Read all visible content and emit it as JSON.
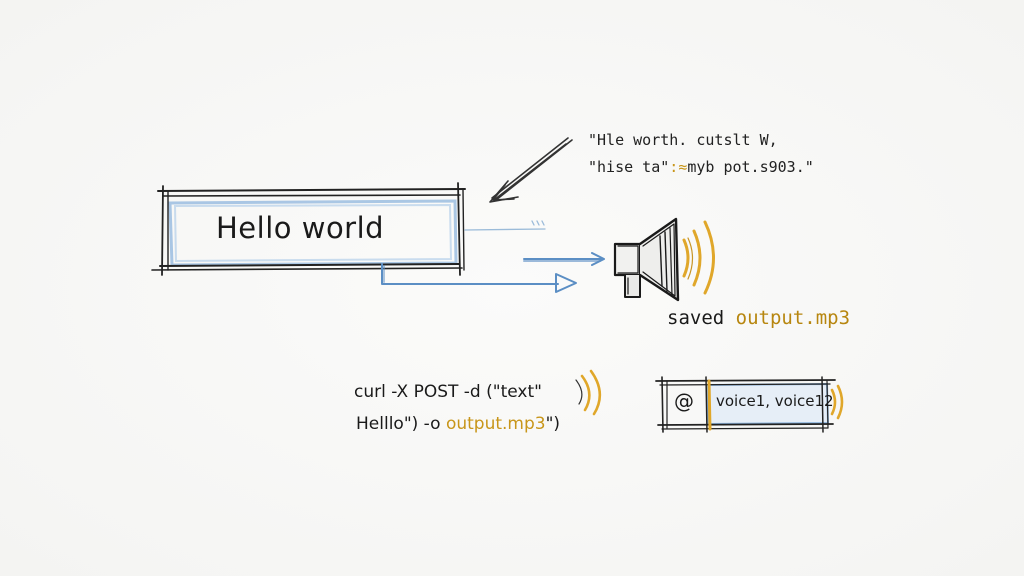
{
  "input": {
    "text": "Hello world"
  },
  "note": {
    "line1": "\"Hle worth. cutslt W,",
    "line2_prefix": "\"hise ta\"",
    "line2_highlight": ":≈",
    "line2_suffix": "myb pot.s903.\""
  },
  "output": {
    "saved_prefix": "saved ",
    "saved_file": "output.mp3"
  },
  "command": {
    "line1": "curl -X POST -d (\"text\"",
    "line2_prefix": "Helllo\") -o ",
    "line2_file": "output.mp3",
    "line2_suffix": "\")"
  },
  "voice_selector": {
    "icon": "at-sign-icon",
    "value": "voice1, voice12"
  },
  "colors": {
    "ink": "#1d1d1d",
    "accent_blue": "#6b9fd1",
    "accent_gold": "#e0a72a"
  }
}
